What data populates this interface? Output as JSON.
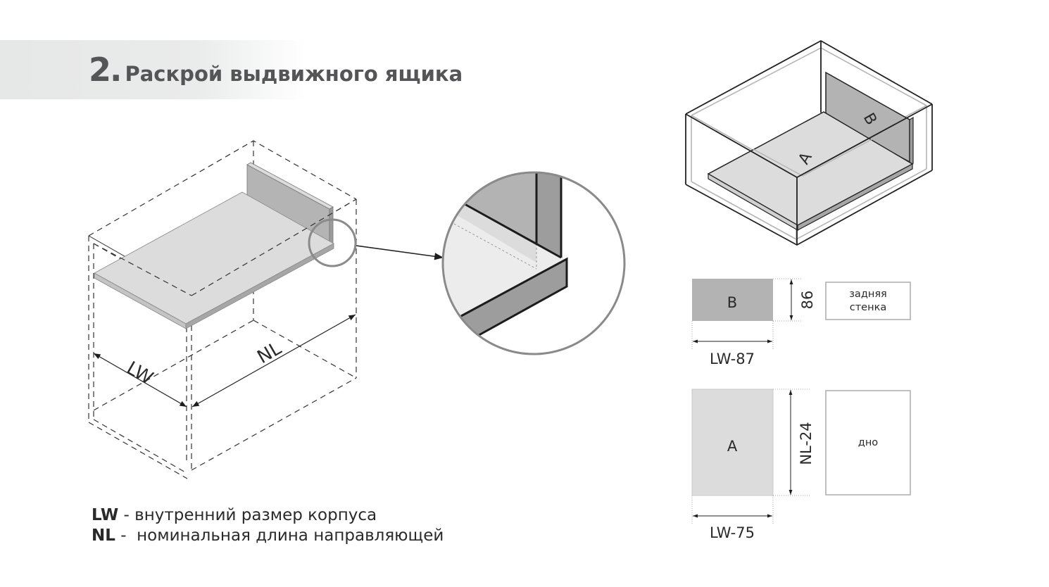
{
  "header": {
    "number": "2.",
    "title": "Раскрой выдвижного ящика"
  },
  "iso_drawing": {
    "dimension_lw": "LW",
    "dimension_nl": "NL"
  },
  "assembly_view": {
    "panel_a_label": "A",
    "panel_b_label": "B"
  },
  "cut_list": [
    {
      "panel": "B",
      "width_formula": "LW-87",
      "height_value": "86",
      "description_line1": "задняя",
      "description_line2": "стенка",
      "fill_color": "#b3b3b3"
    },
    {
      "panel": "A",
      "width_formula": "LW-75",
      "height_formula": "NL-24",
      "description": "дно",
      "fill_color": "#dcdcdc"
    }
  ],
  "legend": [
    {
      "term": "LW",
      "separator": " - ",
      "definition": "внутренний размер корпуса"
    },
    {
      "term": "NL",
      "separator": " -  ",
      "definition": "номинальная длина направляющей"
    }
  ]
}
